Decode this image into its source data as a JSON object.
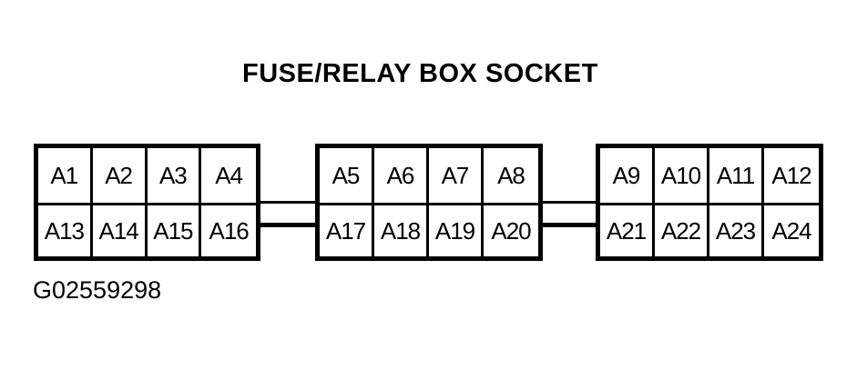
{
  "title": "FUSE/RELAY BOX SOCKET",
  "figure_id": "G02559298",
  "colors": {
    "ink": "#000000",
    "background": "#ffffff"
  },
  "blocks": [
    {
      "name": "socket-block-1",
      "top_row": [
        "A1",
        "A2",
        "A3",
        "A4"
      ],
      "bottom_row": [
        "A13",
        "A14",
        "A15",
        "A16"
      ]
    },
    {
      "name": "socket-block-2",
      "top_row": [
        "A5",
        "A6",
        "A7",
        "A8"
      ],
      "bottom_row": [
        "A17",
        "A18",
        "A19",
        "A20"
      ]
    },
    {
      "name": "socket-block-3",
      "top_row": [
        "A9",
        "A10",
        "A11",
        "A12"
      ],
      "bottom_row": [
        "A21",
        "A22",
        "A23",
        "A24"
      ]
    }
  ]
}
